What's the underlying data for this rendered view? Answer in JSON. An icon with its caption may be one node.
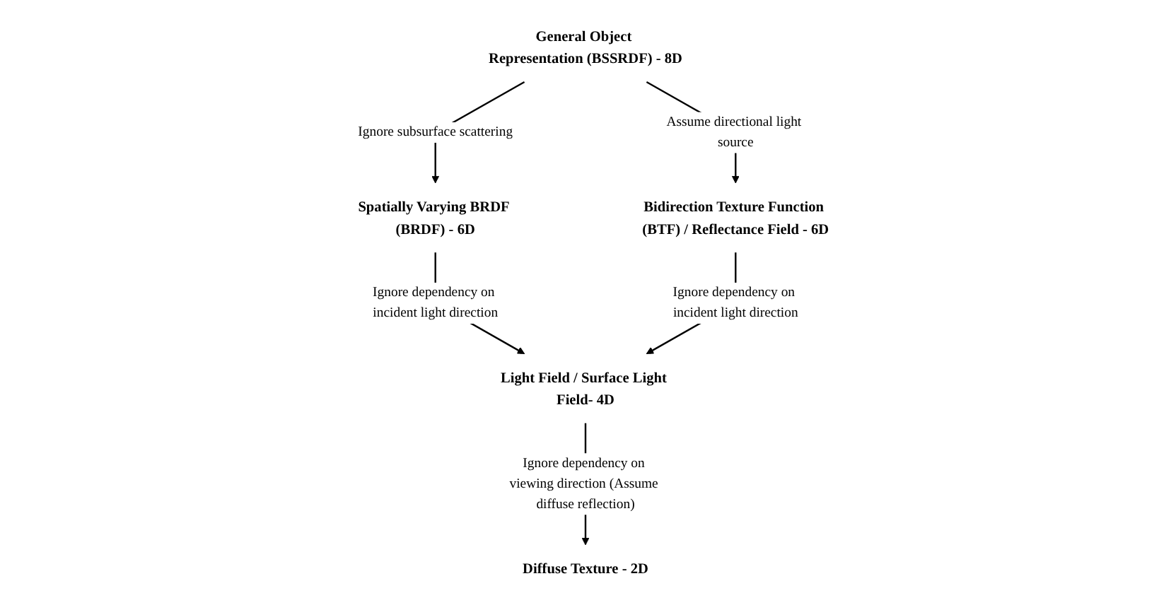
{
  "diagram": {
    "nodes": [
      {
        "text": [
          "General Object Representation (BSSRDF) - 8D"
        ]
      },
      {
        "text": [
          "Spatially Varying BRDF (BRDF) - 6D"
        ]
      },
      {
        "text": [
          "Bidirection Texture Function (BTF) / Reflectance Field - 6D"
        ]
      },
      {
        "text": [
          "Light Field / Surface Light Field- 4D"
        ]
      },
      {
        "text": [
          "Diffuse Texture - 2D"
        ]
      }
    ],
    "edges": [
      {
        "from": 0,
        "to": 1,
        "arrow": "to",
        "label": "Ignore subsurface scattering"
      },
      {
        "from": 0,
        "to": 2,
        "arrow": "to",
        "label": "Assume directional light source"
      },
      {
        "from": 1,
        "to": 3,
        "arrow": "to",
        "label": "Ignore dependency on incident light direction"
      },
      {
        "from": 2,
        "to": 3,
        "arrow": "to",
        "label": "Ignore dependency on incident light direction"
      },
      {
        "from": 3,
        "to": 4,
        "arrow": "to",
        "label": "Ignore dependency on viewing direction (Assume diffuse reflection)"
      }
    ]
  }
}
